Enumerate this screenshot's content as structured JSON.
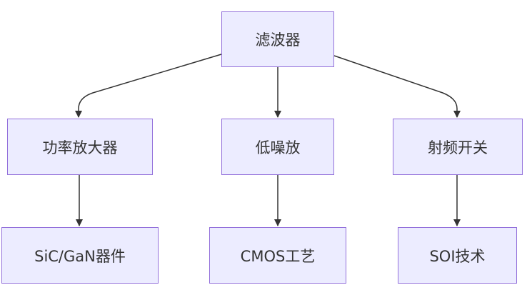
{
  "nodes": {
    "root": "滤波器",
    "power_amplifier": "功率放大器",
    "lna": "低噪放",
    "rf_switch": "射频开关",
    "sic_gan": "SiC/GaN器件",
    "cmos": "CMOS工艺",
    "soi": "SOI技术"
  },
  "colors": {
    "node_fill": "#ececff",
    "node_border": "#9370db",
    "edge": "#333333",
    "text": "#333333"
  }
}
